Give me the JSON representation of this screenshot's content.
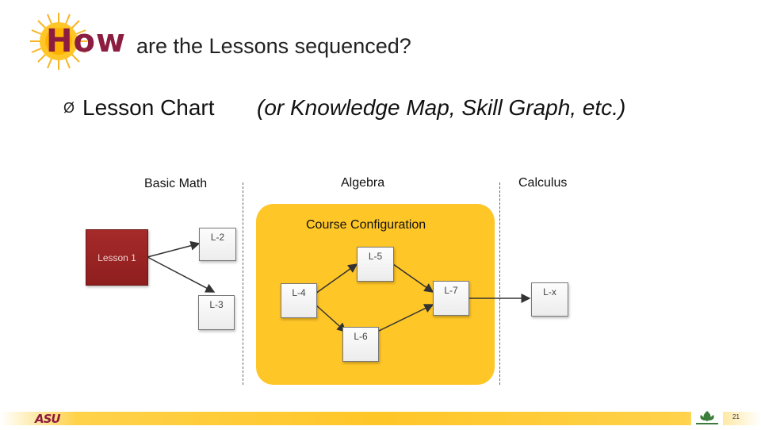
{
  "header": {
    "title_highlight": "How",
    "title_rest": "are the Lessons sequenced?"
  },
  "bullet": {
    "marker": "Ø",
    "main": "Lesson Chart",
    "aside": "(or Knowledge Map, Skill Graph, etc.)"
  },
  "columns": {
    "basic_math": "Basic Math",
    "algebra": "Algebra",
    "calculus": "Calculus"
  },
  "config_panel": {
    "label": "Course Configuration"
  },
  "nodes": {
    "lesson1": "Lesson 1",
    "l2": "L-2",
    "l3": "L-3",
    "l4": "L-4",
    "l5": "L-5",
    "l6": "L-6",
    "l7": "L-7",
    "lx": "L-x"
  },
  "footer": {
    "asu_logo": "ASU",
    "page_number": "21"
  },
  "colors": {
    "maroon": "#8c1d40",
    "gold": "#ffc627",
    "lesson1_fill": "#9c2424"
  }
}
